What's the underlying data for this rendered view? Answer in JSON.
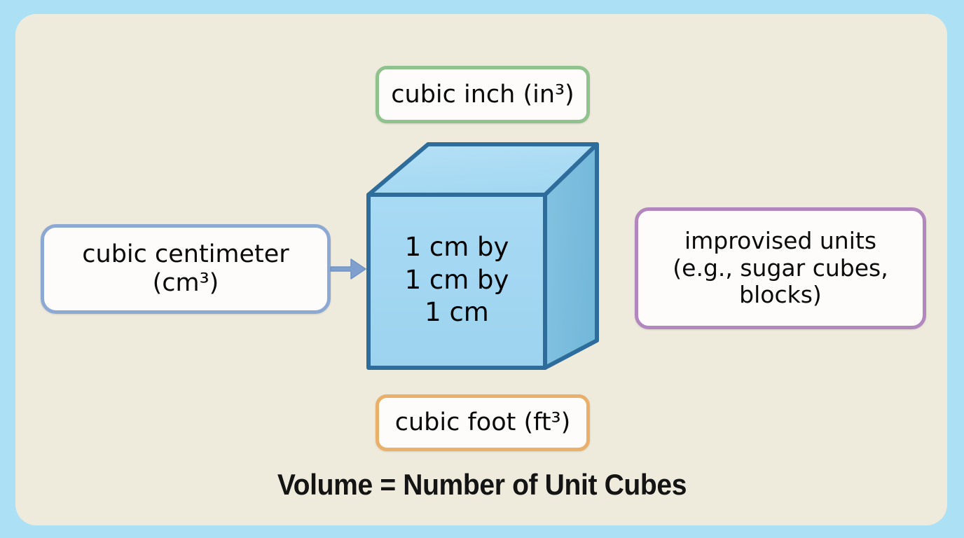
{
  "canvas": {
    "outer_background": "#ace0f5",
    "card_background": "#eeebdd"
  },
  "diagram": {
    "title_caption": "Volume = Number of Unit Cubes",
    "center_shape": {
      "name": "unit-cube",
      "face_text": "1 cm by\n1 cm by\n1 cm",
      "lines": [
        "1 cm by",
        "1 cm by",
        "1 cm"
      ],
      "colors": {
        "top_face": "#abdcf4",
        "front_face": "#a3d7f2",
        "right_face": "#79bcdd",
        "edge": "#2e6d9b"
      }
    },
    "connector": {
      "name": "arrow-to-cube",
      "direction": "right",
      "color": "#7fa0cf"
    },
    "boxes": [
      {
        "id": "cubic-inch",
        "label": "cubic inch (in³)",
        "border_color": "#8fc28d",
        "fill_color": "#fdfcfa",
        "position": "top"
      },
      {
        "id": "cubic-centimeter",
        "label": "cubic centimeter\n(cm³)",
        "border_color": "#8ca9d4",
        "fill_color": "#fdfcfa",
        "position": "left"
      },
      {
        "id": "improvised-units",
        "label": "improvised units\n(e.g., sugar cubes,\nblocks)",
        "border_color": "#b287bf",
        "fill_color": "#fdfcfa",
        "position": "right"
      },
      {
        "id": "cubic-foot",
        "label": "cubic foot (ft³)",
        "border_color": "#eab069",
        "fill_color": "#fdfcfa",
        "position": "bottom"
      }
    ]
  }
}
